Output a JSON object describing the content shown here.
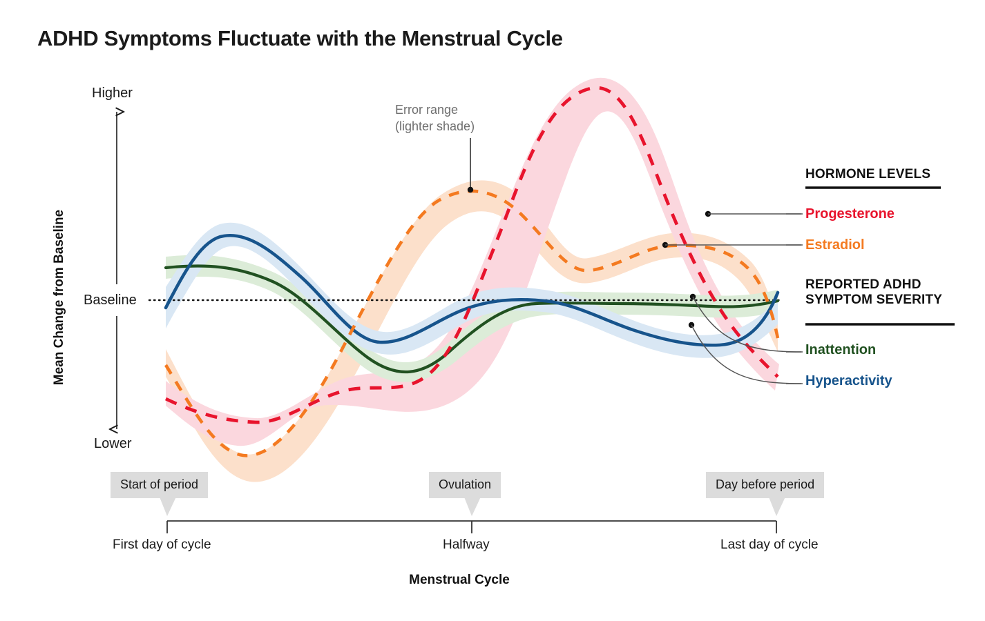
{
  "title": "ADHD Symptoms Fluctuate with the Menstrual Cycle",
  "axes": {
    "y_label": "Mean Change from Baseline",
    "y_high": "Higher",
    "y_low": "Lower",
    "y_baseline": "Baseline",
    "x_label": "Menstrual Cycle"
  },
  "annotations": {
    "error_line1": "Error range",
    "error_line2": "(lighter shade)"
  },
  "ticks": [
    {
      "caption": "Start of period",
      "footer": "First day of cycle"
    },
    {
      "caption": "Ovulation",
      "footer": "Halfway"
    },
    {
      "caption": "Day before period",
      "footer": "Last day of cycle"
    }
  ],
  "legend": {
    "group1_title": "HORMONE LEVELS",
    "group2_title_line1": "REPORTED ADHD",
    "group2_title_line2": "SYMPTOM SEVERITY",
    "items": [
      {
        "label": "Progesterone",
        "color": "#e8142d"
      },
      {
        "label": "Estradiol",
        "color": "#f47a20"
      },
      {
        "label": "Inattention",
        "color": "#215121"
      },
      {
        "label": "Hyperactivity",
        "color": "#17548c"
      }
    ]
  },
  "chart_data": {
    "type": "line",
    "title": "ADHD Symptoms Fluctuate with the Menstrual Cycle",
    "xlabel": "Menstrual Cycle",
    "ylabel": "Mean Change from Baseline",
    "grid": false,
    "legend_position": "right",
    "x_ticks": [
      "First day of cycle",
      "Halfway",
      "Last day of cycle"
    ],
    "x_tick_annotations": [
      "Start of period",
      "Ovulation",
      "Day before period"
    ],
    "y_ticks": [
      "Lower",
      "Baseline",
      "Higher"
    ],
    "ylim": [
      -1,
      1
    ],
    "baseline_value": 0,
    "note": "Values are relative mean change from baseline (unitless); shaded band is the error range.",
    "x": [
      0,
      0.08,
      0.16,
      0.24,
      0.32,
      0.4,
      0.48,
      0.5,
      0.56,
      0.64,
      0.72,
      0.8,
      0.88,
      0.96,
      1.0
    ],
    "series": [
      {
        "name": "Progesterone",
        "color": "#e8142d",
        "style": "dashed",
        "band": "#fbd5dd",
        "values": [
          -0.52,
          -0.62,
          -0.64,
          -0.58,
          -0.43,
          -0.41,
          -0.3,
          -0.2,
          0.18,
          0.62,
          0.86,
          0.84,
          0.62,
          0.18,
          -0.18
        ]
      },
      {
        "name": "Estradiol",
        "color": "#f47a20",
        "style": "dashed",
        "band": "#fde0ca",
        "values": [
          -0.4,
          -0.62,
          -0.72,
          -0.66,
          -0.4,
          0.02,
          0.34,
          0.42,
          0.43,
          0.3,
          0.24,
          0.3,
          0.34,
          0.2,
          -0.22
        ]
      },
      {
        "name": "Inattention",
        "color": "#215121",
        "style": "solid",
        "band": "#dcecd6",
        "values": [
          0.21,
          0.23,
          0.22,
          0.19,
          0.13,
          0.04,
          -0.1,
          -0.14,
          -0.16,
          -0.11,
          0.0,
          0.03,
          0.05,
          0.04,
          0.03
        ]
      },
      {
        "name": "Hyperactivity",
        "color": "#17548c",
        "style": "solid",
        "band": "#d8e6f4",
        "values": [
          -0.03,
          0.2,
          0.32,
          0.33,
          0.27,
          0.17,
          0.02,
          -0.06,
          -0.11,
          -0.07,
          0.03,
          0.05,
          0.0,
          -0.1,
          -0.12
        ]
      }
    ],
    "callouts": [
      {
        "target": "Error range (lighter shade)",
        "points_to": "Estradiol band peak"
      },
      {
        "target": "Progesterone",
        "points_to": "descending limb"
      },
      {
        "target": "Estradiol",
        "points_to": "luteal plateau"
      },
      {
        "target": "Inattention",
        "points_to": "late-cycle plateau"
      },
      {
        "target": "Hyperactivity",
        "points_to": "late-cycle trough"
      }
    ]
  }
}
